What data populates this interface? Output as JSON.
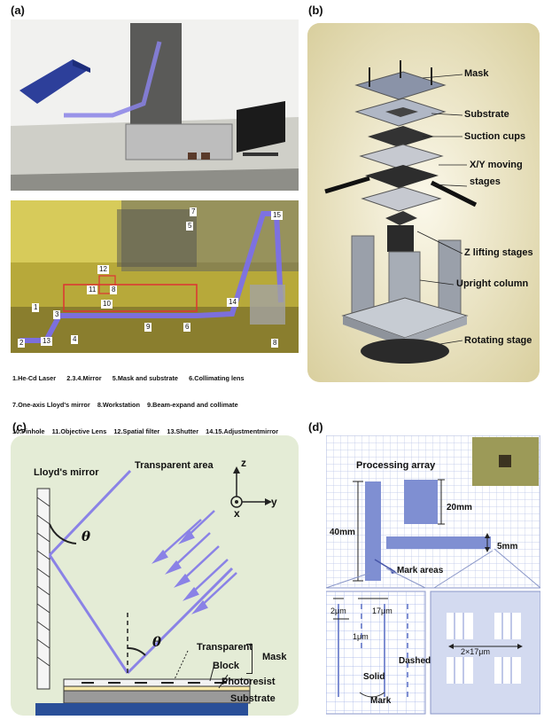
{
  "panels": {
    "a": {
      "label": "(a)",
      "caption_lines": [
        "1.He-Cd Laser      2.3.4.Mirror      5.Mask and substrate      6.Collimating lens",
        "7.One-axis Lloyd's mirror    8.Workstation    9.Beam-expand and collimate",
        "10.Pinhole    11.Objective Lens    12.Spatial filter    13.Shutter    14.15.Adjustmentmirror"
      ],
      "numbers": [
        "1",
        "2",
        "3",
        "4",
        "5",
        "6",
        "7",
        "8",
        "9",
        "10",
        "11",
        "12",
        "13",
        "14",
        "15",
        "8"
      ]
    },
    "b": {
      "label": "(b)",
      "callouts": [
        "Mask",
        "Substrate",
        "Suction cups",
        "X/Y moving",
        "stages",
        "Z lifting stages",
        "Upright column",
        "Rotating stage"
      ]
    },
    "c": {
      "label": "(c)",
      "lloyds": "Lloyd's mirror",
      "transparent_area": "Transparent area",
      "theta": "θ",
      "axis_z": "z",
      "axis_x": "x",
      "axis_y": "y",
      "transparent": "Transparent",
      "block": "Block",
      "mask": "Mask",
      "photoresist": "Photoresist",
      "substrate": "Substrate"
    },
    "d": {
      "label": "(d)",
      "processing_array": "Processing array",
      "dim_40": "40mm",
      "dim_20": "20mm",
      "dim_5": "5mm",
      "mark_areas": "Mark areas",
      "d2": "2μm",
      "d17": "17μm",
      "d1": "1μm",
      "dashed": "Dashed",
      "solid": "Solid",
      "mark": "Mark",
      "d2x17": "2×17μm"
    }
  },
  "colors": {
    "beam": "#8a82e6",
    "panel_b_bg": "#e9e3c5",
    "panel_c_bg": "#e4ecd6",
    "grid": "#b9c3e6"
  }
}
